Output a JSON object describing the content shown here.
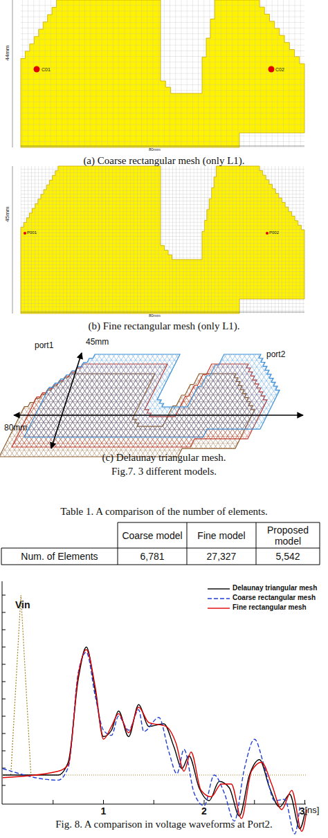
{
  "diagram": {
    "labels": [
      "44mm",
      "C01",
      "C02",
      "80mm",
      "(a) Coarse rectangular mesh (only L1).",
      "45mm",
      "P001",
      "P002",
      "80mm",
      "(b) Fine rectangular mesh (only L1).",
      "port1",
      "45mm",
      "port2",
      "80mm",
      "(c) Delaunay triangular mesh.",
      "Fig.7. 3 different models.",
      "Table 1. A comparison of the number of elements.",
      "Coarse model",
      "Fine model",
      "Proposed model",
      "Num. of Elements",
      "6,781",
      "27,327",
      "5,542",
      "Vin",
      "1",
      "2",
      "3",
      "[ns]",
      "Fig. 8. A comparison in voltage waveforms at Port2."
    ],
    "legend": [
      {
        "text": "Delaunay triangular mesh"
      },
      {
        "text": "Coarse rectangular mesh"
      },
      {
        "text": "Fine rectangular mesh"
      }
    ]
  }
}
